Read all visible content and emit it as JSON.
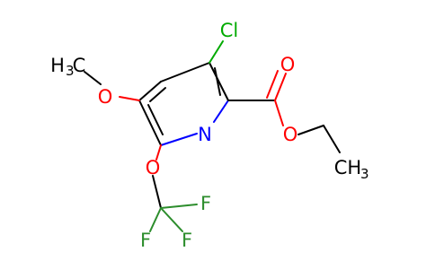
{
  "molecule": {
    "atoms": {
      "cl": "Cl",
      "n": "N",
      "o_methoxy": "O",
      "o_ocf3": "O",
      "o_carbonyl": "O",
      "o_ester": "O",
      "methyl_prefix": "H",
      "methyl_sub": "3",
      "methyl_suffix": "C",
      "ethyl_c": "CH",
      "ethyl_sub": "3",
      "f_right": "F",
      "f_bottom_left": "F",
      "f_bottom_right": "F"
    },
    "colors": {
      "carbon": "#000000",
      "oxygen": "#ff0000",
      "nitrogen": "#0000ff",
      "chlorine": "#00aa00",
      "fluorine": "#2c8d2c"
    }
  }
}
